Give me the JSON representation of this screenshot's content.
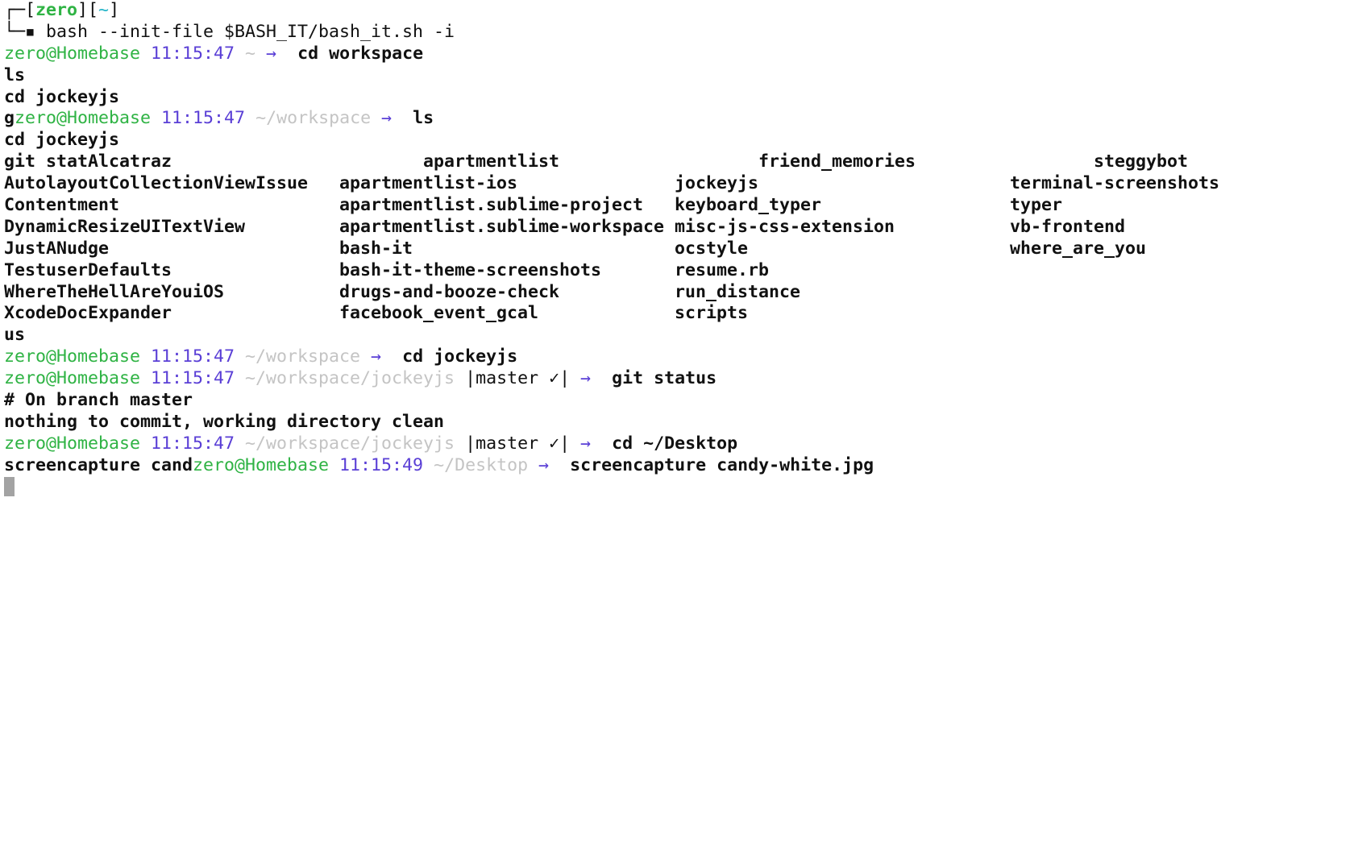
{
  "colors": {
    "user": "#2fb344",
    "time": "#5a3fd6",
    "path": "#c4c4c4",
    "cursor": "#a3a3a3"
  },
  "lines": [
    [
      {
        "t": "┌─[",
        "s": "plain"
      },
      {
        "t": "zero",
        "s": "greenb"
      },
      {
        "t": "][",
        "s": "plain"
      },
      {
        "t": "~",
        "s": "cyan"
      },
      {
        "t": "]",
        "s": "plain"
      }
    ],
    [
      {
        "t": "└─▪ bash --init-file $BASH_IT/bash_it.sh -i",
        "s": "plain"
      }
    ],
    [
      {
        "t": "zero@Homebase",
        "s": "user"
      },
      {
        "t": " "
      },
      {
        "t": "11:15:47",
        "s": "time"
      },
      {
        "t": " ~",
        "s": "path"
      },
      {
        "t": " → ",
        "s": "arrow"
      },
      {
        "t": " cd workspace",
        "s": "cmd"
      }
    ],
    [
      {
        "t": "ls",
        "s": "cmd"
      }
    ],
    [
      {
        "t": "cd jockeyjs",
        "s": "cmd"
      }
    ],
    [
      {
        "t": "g",
        "s": "cmd"
      },
      {
        "t": "zero@Homebase",
        "s": "user"
      },
      {
        "t": " "
      },
      {
        "t": "11:15:47",
        "s": "time"
      },
      {
        "t": " ~/workspace",
        "s": "path"
      },
      {
        "t": " → ",
        "s": "arrow"
      },
      {
        "t": " ls",
        "s": "cmd"
      }
    ],
    [
      {
        "t": "cd jockeyjs",
        "s": "cmd"
      }
    ],
    [
      {
        "t": "git statAlcatraz                        apartmentlist                   friend_memories                 steggybot",
        "s": "cmd"
      }
    ],
    [
      {
        "t": "AutolayoutCollectionViewIssue   apartmentlist-ios               jockeyjs                        terminal-screenshots",
        "s": "cmd"
      }
    ],
    [
      {
        "t": "Contentment                     apartmentlist.sublime-project   keyboard_typer                  typer",
        "s": "cmd"
      }
    ],
    [
      {
        "t": "DynamicResizeUITextView         apartmentlist.sublime-workspace misc-js-css-extension           vb-frontend",
        "s": "cmd"
      }
    ],
    [
      {
        "t": "JustANudge                      bash-it                         ocstyle                         where_are_you",
        "s": "cmd"
      }
    ],
    [
      {
        "t": "TestuserDefaults                bash-it-theme-screenshots       resume.rb",
        "s": "cmd"
      }
    ],
    [
      {
        "t": "WhereTheHellAreYouiOS           drugs-and-booze-check           run_distance",
        "s": "cmd"
      }
    ],
    [
      {
        "t": "XcodeDocExpander                facebook_event_gcal             scripts",
        "s": "cmd"
      }
    ],
    [
      {
        "t": "us",
        "s": "cmd"
      }
    ],
    [
      {
        "t": "zero@Homebase",
        "s": "user"
      },
      {
        "t": " "
      },
      {
        "t": "11:15:47",
        "s": "time"
      },
      {
        "t": " ~/workspace",
        "s": "path"
      },
      {
        "t": " → ",
        "s": "arrow"
      },
      {
        "t": " cd jockeyjs",
        "s": "cmd"
      }
    ],
    [
      {
        "t": "zero@Homebase",
        "s": "user"
      },
      {
        "t": " "
      },
      {
        "t": "11:15:47",
        "s": "time"
      },
      {
        "t": " ~/workspace/jockeyjs",
        "s": "path"
      },
      {
        "t": " |master ✓|",
        "s": "git"
      },
      {
        "t": " → ",
        "s": "arrow"
      },
      {
        "t": " git status",
        "s": "cmd"
      }
    ],
    [
      {
        "t": "# On branch master",
        "s": "cmd"
      }
    ],
    [
      {
        "t": "nothing to commit, working directory clean",
        "s": "cmd"
      }
    ],
    [
      {
        "t": "zero@Homebase",
        "s": "user"
      },
      {
        "t": " "
      },
      {
        "t": "11:15:47",
        "s": "time"
      },
      {
        "t": " ~/workspace/jockeyjs",
        "s": "path"
      },
      {
        "t": " |master ✓|",
        "s": "git"
      },
      {
        "t": " → ",
        "s": "arrow"
      },
      {
        "t": " cd ~/Desktop",
        "s": "cmd"
      }
    ],
    [
      {
        "t": "screencapture cand",
        "s": "cmd"
      },
      {
        "t": "zero@Homebase",
        "s": "user"
      },
      {
        "t": " "
      },
      {
        "t": "11:15:49",
        "s": "time"
      },
      {
        "t": " ~/Desktop",
        "s": "path"
      },
      {
        "t": " → ",
        "s": "arrow"
      },
      {
        "t": " screencapture candy-white.jpg",
        "s": "cmd"
      }
    ]
  ]
}
